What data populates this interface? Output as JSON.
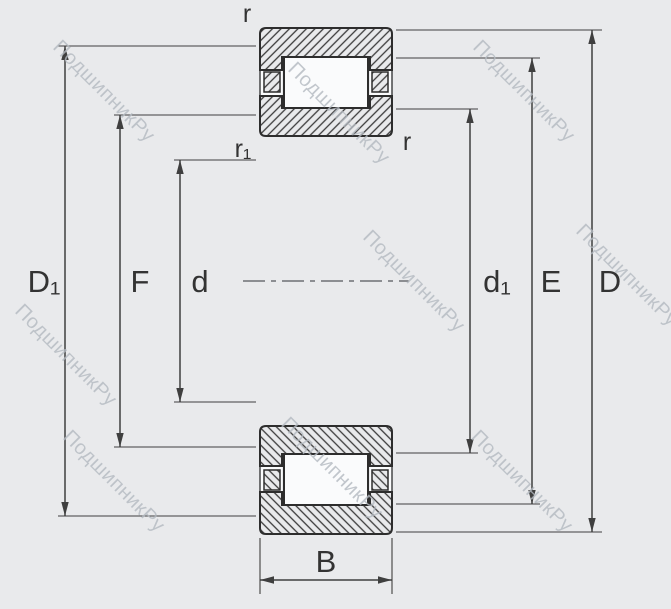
{
  "watermark": {
    "text": "ПодшипникРу",
    "color": "#b4bac1"
  },
  "theme": {
    "background": "#e9eaec",
    "line": "#2d2d2d",
    "dim-line": "#3f3f3f",
    "text": "#333333"
  },
  "labels": {
    "r_top": "r",
    "r1": "r₁",
    "r_right": "r",
    "D1": "D₁",
    "F": "F",
    "d": "d",
    "d1": "d₁",
    "E": "E",
    "D": "D",
    "B": "B"
  }
}
